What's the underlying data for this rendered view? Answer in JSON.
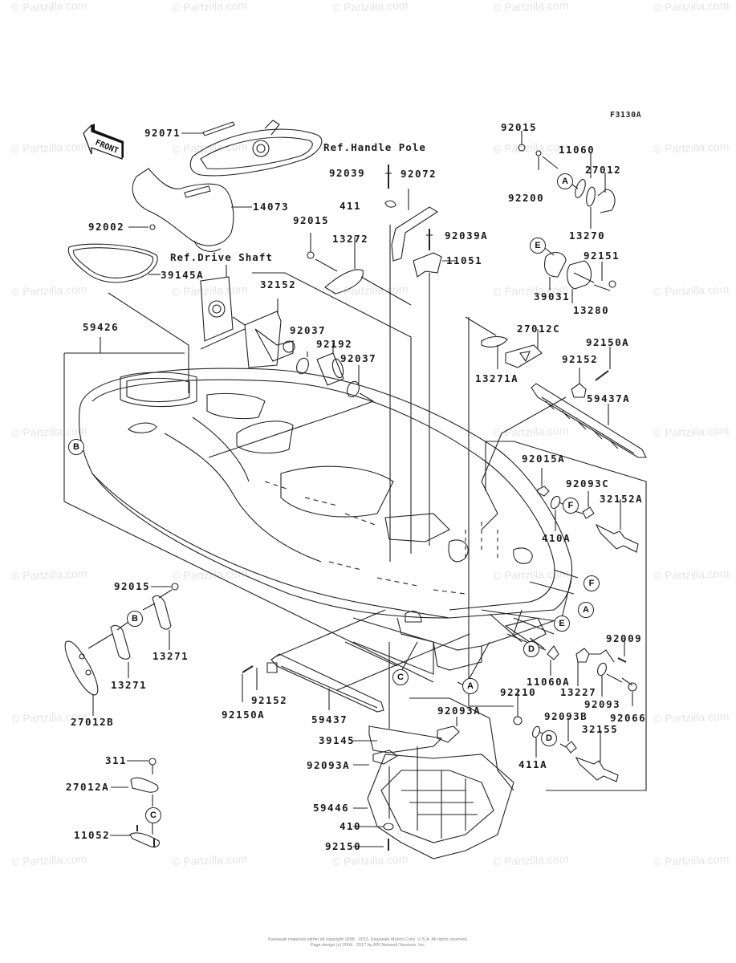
{
  "diagram": {
    "code": "F3130A",
    "watermark": "© Partzilla.com",
    "front_label": "FRONT",
    "references": {
      "handle_pole": "Ref.Handle Pole",
      "drive_shaft": "Ref.Drive Shaft"
    },
    "parts": {
      "p92071": "92071",
      "p92002": "92002",
      "p14073": "14073",
      "p92039": "92039",
      "p92072": "92072",
      "p411": "411",
      "p92015_top": "92015",
      "p13272": "13272",
      "p92039A": "92039A",
      "p11051": "11051",
      "p39145A": "39145A",
      "p32152": "32152",
      "p92037_a": "92037",
      "p92192": "92192",
      "p92037_b": "92037",
      "p59426": "59426",
      "p92015_tr": "92015",
      "p92200": "92200",
      "p11060": "11060",
      "p27012": "27012",
      "p13270": "13270",
      "p39031": "39031",
      "p92151": "92151",
      "p13280": "13280",
      "p27012C": "27012C",
      "p13271A": "13271A",
      "p92152_r": "92152",
      "p92150A_r": "92150A",
      "p59437A": "59437A",
      "p92015A": "92015A",
      "p92093C": "92093C",
      "p410A": "410A",
      "p32152A": "32152A",
      "p92009": "92009",
      "p11060A": "11060A",
      "p13227": "13227",
      "p92093": "92093",
      "p92066": "92066",
      "p92210": "92210",
      "p92093B": "92093B",
      "p411A": "411A",
      "p32155": "32155",
      "p92015_l": "92015",
      "p13271_a": "13271",
      "p13271_b": "13271",
      "p27012B": "27012B",
      "p92152_l": "92152",
      "p92150A_l": "92150A",
      "p59437": "59437",
      "p39145": "39145",
      "p92093A_a": "92093A",
      "p92093A_b": "92093A",
      "p59446": "59446",
      "p410": "410",
      "p92150": "92150",
      "p311": "311",
      "p27012A": "27012A",
      "p11052": "11052"
    },
    "callouts": {
      "A": "A",
      "B": "B",
      "C": "C",
      "D": "D",
      "E": "E",
      "F": "F"
    },
    "footer": {
      "line1": "Kawasaki materials within all copyright 1998 - 2013, Kawasaki Motors Corp. U.S.A. All rights reserved.",
      "line2": "Page design (c) 2004 - 2017 by ARI Network Services, Inc."
    }
  }
}
